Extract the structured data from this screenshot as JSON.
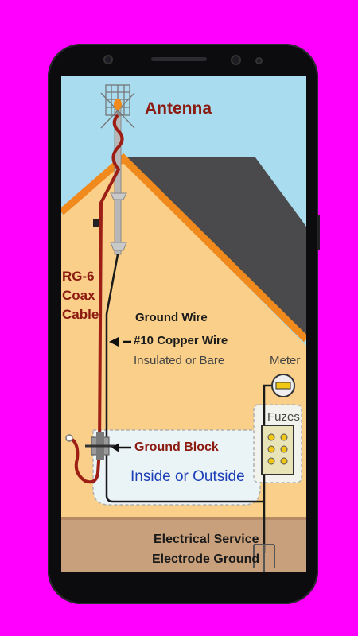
{
  "diagram": {
    "antenna_label": "Antenna",
    "coax_label_line1": "RG-6",
    "coax_label_line2": "Coax",
    "coax_label_line3": "Cable",
    "ground_wire_line1": "Ground Wire",
    "ground_wire_line2": "#10 Copper Wire",
    "ground_wire_line3": "Insulated or Bare",
    "meter_label": "Meter",
    "fuzes_label": "Fuzes",
    "ground_block_label": "Ground Block",
    "inside_outside_label": "Inside or Outside",
    "electrode_line1": "Electrical Service",
    "electrode_line2": "Electrode Ground"
  },
  "colors": {
    "background": "#ff00ff",
    "sky": "#a9dcef",
    "wall": "#f9cf8a",
    "roof": "#4a4a4c",
    "trim": "#f08a1c",
    "coax": "#9c1e14",
    "label_red": "#8b1a10",
    "label_blue": "#1c3fb7",
    "ground": "#c9a07c"
  }
}
